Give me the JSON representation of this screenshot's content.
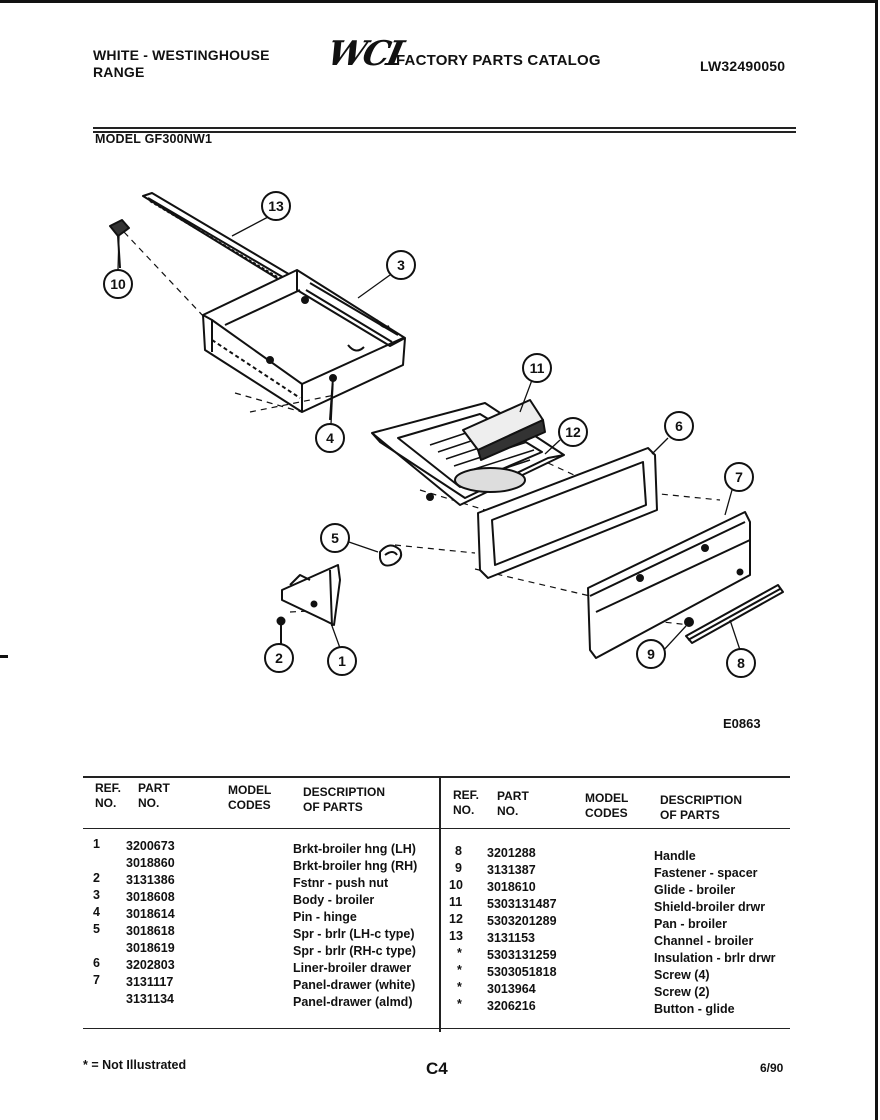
{
  "header": {
    "brand_line1": "WHITE - WESTINGHOUSE",
    "brand_line2": "RANGE",
    "logo": "WCI",
    "catalog_title": "FACTORY PARTS CATALOG",
    "doc_number": "LW32490050",
    "model": "MODEL GF300NW1"
  },
  "diagram": {
    "callouts": [
      "13",
      "10",
      "3",
      "4",
      "11",
      "12",
      "6",
      "7",
      "5",
      "2",
      "1",
      "9",
      "8"
    ],
    "code": "E0863"
  },
  "table": {
    "left_headers": {
      "ref": "REF.\nNO.",
      "part": "PART\nNO.",
      "model": "MODEL\nCODES",
      "desc": "DESCRIPTION\nOF PARTS"
    },
    "right_headers": {
      "ref": "REF.\nNO.",
      "part": "PART\nNO.",
      "model": "MODEL\nCODES",
      "desc": "DESCRIPTION\nOF PARTS"
    },
    "left_rows": [
      {
        "ref": "1",
        "part": "3200673",
        "desc": "Brkt-broiler hng (LH)"
      },
      {
        "ref": "",
        "part": "3018860",
        "desc": "Brkt-broiler hng (RH)"
      },
      {
        "ref": "2",
        "part": "3131386",
        "desc": "Fstnr - push nut"
      },
      {
        "ref": "3",
        "part": "3018608",
        "desc": "Body - broiler"
      },
      {
        "ref": "4",
        "part": "3018614",
        "desc": "Pin - hinge"
      },
      {
        "ref": "5",
        "part": "3018618",
        "desc": "Spr - brlr (LH-c type)"
      },
      {
        "ref": "",
        "part": "3018619",
        "desc": "Spr - brlr (RH-c type)"
      },
      {
        "ref": "6",
        "part": "3202803",
        "desc": "Liner-broiler drawer"
      },
      {
        "ref": "7",
        "part": "3131117",
        "desc": "Panel-drawer (white)"
      },
      {
        "ref": "",
        "part": "3131134",
        "desc": "Panel-drawer (almd)"
      }
    ],
    "right_rows": [
      {
        "ref": "8",
        "part": "3201288",
        "desc": "Handle"
      },
      {
        "ref": "9",
        "part": "3131387",
        "desc": "Fastener - spacer"
      },
      {
        "ref": "10",
        "part": "3018610",
        "desc": "Glide - broiler"
      },
      {
        "ref": "11",
        "part": "5303131487",
        "desc": "Shield-broiler drwr"
      },
      {
        "ref": "12",
        "part": "5303201289",
        "desc": "Pan - broiler"
      },
      {
        "ref": "13",
        "part": "3131153",
        "desc": "Channel - broiler"
      },
      {
        "ref": "*",
        "part": "5303131259",
        "desc": "Insulation - brlr drwr"
      },
      {
        "ref": "*",
        "part": "5303051818",
        "desc": "Screw (4)"
      },
      {
        "ref": "*",
        "part": "3013964",
        "desc": "Screw (2)"
      },
      {
        "ref": "*",
        "part": "3206216",
        "desc": "Button - glide"
      }
    ]
  },
  "footer": {
    "note": "* = Not Illustrated",
    "page": "C4",
    "date": "6/90"
  }
}
